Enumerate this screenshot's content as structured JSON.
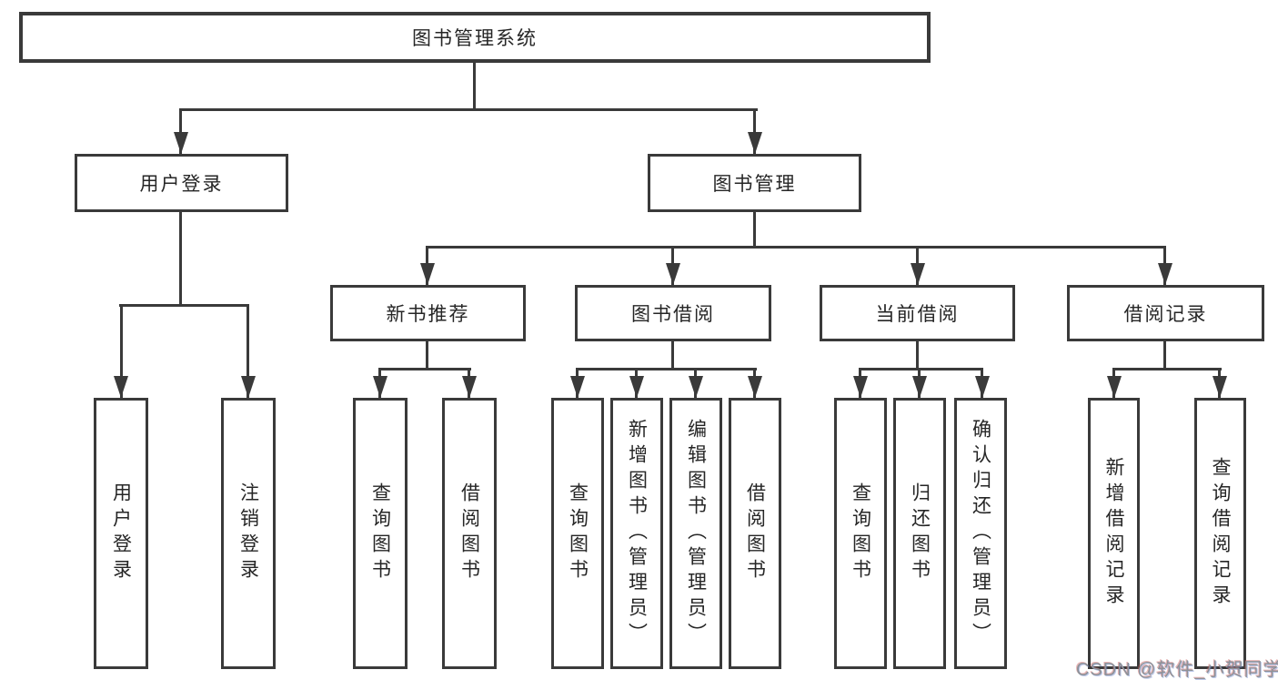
{
  "colors": {
    "line": "#3a3a3a",
    "text": "#262626",
    "watermark": "#8d9299",
    "background": "#ffffff"
  },
  "diagram": {
    "root": {
      "label": "图书管理系统"
    },
    "level2": [
      {
        "label": "用户登录"
      },
      {
        "label": "图书管理"
      }
    ],
    "level3": [
      {
        "label": "新书推荐"
      },
      {
        "label": "图书借阅"
      },
      {
        "label": "当前借阅"
      },
      {
        "label": "借阅记录"
      }
    ],
    "leaves": {
      "user_login": [
        "用户登录",
        "注销登录"
      ],
      "new_books": [
        "查询图书",
        "借阅图书"
      ],
      "book_borrow": [
        "查询图书",
        "新增图书（管理员）",
        "编辑图书（管理员）",
        "借阅图书"
      ],
      "current_borrow": [
        "查询图书",
        "归还图书",
        "确认归还（管理员）"
      ],
      "borrow_records": [
        "新增借阅记录",
        "查询借阅记录"
      ]
    }
  },
  "watermark": {
    "text": "CSDN @软件_小贺同学"
  }
}
